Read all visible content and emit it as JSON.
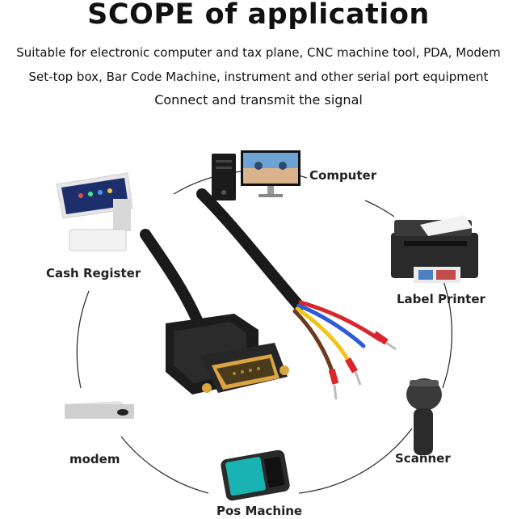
{
  "title": "SCOPE of application",
  "description": {
    "line1": "Suitable for electronic computer and tax plane, CNC machine tool, PDA, Modem",
    "line2": "Set-top box, Bar Code Machine, instrument and other serial port equipment",
    "line3": "Connect and transmit the signal"
  },
  "devices": {
    "computer": "Computer",
    "label_printer": "Label Printer",
    "cash_register": "Cash Register",
    "modem": "modem",
    "scanner": "Scanner",
    "pos_machine": "Pos Machine"
  },
  "colors": {
    "cable": "#1a1a1a",
    "connector_gold": "#d9a441",
    "wire_red": "#d8262c",
    "wire_yellow": "#f0c419",
    "wire_blue": "#2c5bd6",
    "wire_brown": "#6b3b1f",
    "pos_accent": "#0aa6a6"
  }
}
